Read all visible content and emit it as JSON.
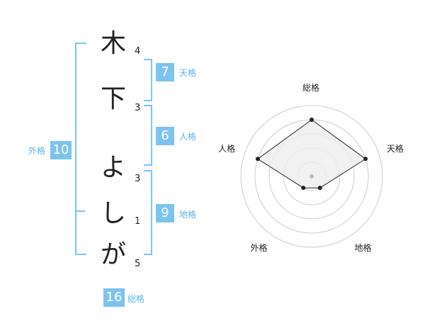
{
  "name": {
    "chars": [
      {
        "char": "木",
        "strokes": "4"
      },
      {
        "char": "下",
        "strokes": "3"
      },
      {
        "char": "よ",
        "strokes": "3"
      },
      {
        "char": "し",
        "strokes": "1"
      },
      {
        "char": "が",
        "strokes": "5"
      }
    ]
  },
  "kakusu": {
    "tenkaku": {
      "value": "7",
      "label": "天格"
    },
    "jinkaku": {
      "value": "6",
      "label": "人格"
    },
    "chikaku": {
      "value": "9",
      "label": "地格"
    },
    "gaikaku": {
      "value": "10",
      "label": "外格"
    },
    "soukaku": {
      "value": "16",
      "label": "総格"
    }
  },
  "chart_data": {
    "type": "radar",
    "axes": [
      "総格",
      "天格",
      "地格",
      "外格",
      "人格"
    ],
    "values": [
      4,
      4,
      1,
      1,
      4
    ],
    "range": [
      0,
      5
    ],
    "grid_rings": 5,
    "colors": {
      "fill": "#eeeeee",
      "stroke": "#222222",
      "grid": "#cccccc",
      "center": "#bbbbbb"
    }
  },
  "colors": {
    "accent": "#7cc4ef"
  }
}
